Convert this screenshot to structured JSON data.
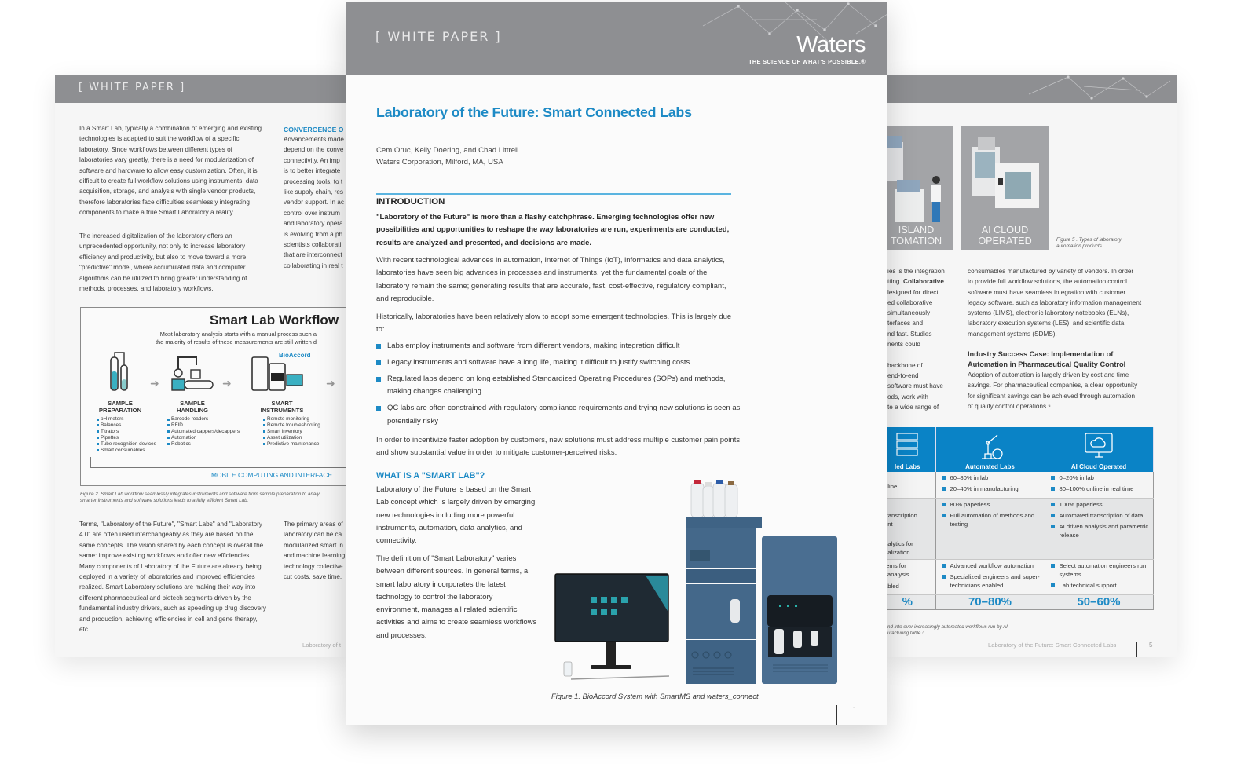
{
  "left_page": {
    "header": "[ WHITE PAPER ]",
    "col1_p1": "In a Smart Lab, typically a combination of emerging and existing technologies is adapted to suit the workflow of a specific laboratory. Since workflows between different types of laboratories vary greatly, there is a need for modularization of software and hardware to allow easy customization. Often, it is difficult to create full workflow solutions using instruments, data acquisition, storage, and analysis with single vendor products, therefore laboratories face difficulties seamlessly integrating components to make a true Smart Laboratory a reality.",
    "col1_p2": "The increased digitalization of the laboratory offers an unprecedented opportunity, not only to increase laboratory efficiency and productivity, but also to move toward a more \"predictive\" model, where accumulated data and computer algorithms can be utilized to bring greater understanding of methods, processes, and laboratory workflows.",
    "col2_heading": "CONVERGENCE O",
    "col2_lines": [
      "Advancements made",
      "depend on the conve",
      "connectivity. An imp",
      "is to better integrate",
      "processing tools, to t",
      "like supply chain, res",
      "vendor support. In ac",
      "control over instrum",
      "and laboratory opera",
      "is evolving from a ph",
      "scientists collaborati",
      "that are interconnect",
      "collaborating in real t"
    ],
    "workflow": {
      "title": "Smart Lab Workflow",
      "subtitle_lines": [
        "Most laboratory analysis starts with a manual process such a",
        "the majority of results of these measurements are still written d"
      ],
      "brand": "BioAccord",
      "steps": [
        {
          "label_1": "SAMPLE",
          "label_2": "PREPARATION",
          "items": [
            "pH meters",
            "Balances",
            "Titrators",
            "Pipettes",
            "Tube recognition devices",
            "Smart consumables"
          ]
        },
        {
          "label_1": "SAMPLE",
          "label_2": "HANDLING",
          "items": [
            "Barcode readers",
            "RFID",
            "Automated cappers/decappers",
            "Automation",
            "Robotics"
          ]
        },
        {
          "label_1": "SMART",
          "label_2": "INSTRUMENTS",
          "items": [
            "Remote monitoring",
            "Remote troubleshooting",
            "Smart inventory",
            "Asset utilization",
            "Predictive maintenance"
          ]
        }
      ],
      "mobile": "MOBILE COMPUTING AND INTERFACE"
    },
    "fig2_caption_1": "Figure 2. Smart Lab workflow seamlessly integrates instruments and software from sample preparation to analy",
    "fig2_caption_2": "smarter instruments and software solutions leads to a fully efficient Smart Lab.",
    "col1_p3": "Terms, \"Laboratory of the Future\", \"Smart Labs\" and \"Laboratory 4.0\" are often used interchangeably as they are based on the same concepts. The vision shared by each concept is overall the same: improve existing workflows and offer new efficiencies. Many components of Laboratory of the Future are already being deployed in a variety of laboratories and improved efficiencies realized. Smart Laboratory solutions are making their way into different pharmaceutical and biotech segments driven by the fundamental industry drivers, such as speeding up drug discovery and production, achieving efficiencies in cell and gene therapy, etc.",
    "col2_lower_lines": [
      "The primary areas of",
      "laboratory can be ca",
      "modularized smart in",
      "and machine learning",
      "technology collective",
      "cut costs, save time,"
    ],
    "footer": "Laboratory of t"
  },
  "front_page": {
    "header": "[ WHITE PAPER ]",
    "logo_name": "Waters",
    "logo_tagline": "THE SCIENCE OF WHAT'S POSSIBLE.®",
    "title": "Laboratory of the Future: Smart Connected Labs",
    "authors": "Cem Oruc, Kelly Doering, and Chad Littrell",
    "affiliation": "Waters Corporation, Milford, MA, USA",
    "intro_heading": "INTRODUCTION",
    "intro_lead": "\"Laboratory of the Future\" is more than a flashy catchphrase. Emerging technologies offer new possibilities and opportunities to reshape the way laboratories are run, experiments are conducted, results are analyzed and presented, and decisions are made.",
    "intro_p1": "With recent technological advances in automation, Internet of Things (IoT), informatics and data analytics, laboratories have seen big advances in processes and instruments, yet the fundamental goals of the laboratory remain the same; generating results that are accurate, fast, cost-effective, regulatory compliant, and reproducible.",
    "intro_p2": "Historically, laboratories have been relatively slow to adopt some emergent technologies. This is largely due to:",
    "bullets": [
      "Labs employ instruments and software from different vendors, making integration difficult",
      "Legacy instruments and software have a long life, making it difficult to justify switching costs",
      "Regulated labs depend on long established Standardized Operating Procedures (SOPs) and methods, making changes challenging",
      "QC labs are often constrained with regulatory compliance requirements and trying new solutions is seen as potentially risky"
    ],
    "intro_p3": "In order to incentivize faster adoption by customers, new solutions must address multiple customer pain points and show substantial value in order to mitigate customer-perceived risks.",
    "smart_heading": "WHAT IS A \"SMART LAB\"?",
    "smart_p1": "Laboratory of the Future is based on the Smart Lab concept which is largely driven by emerging new technologies including more powerful instruments, automation, data analytics, and connectivity.",
    "smart_p2": "The definition of \"Smart Laboratory\" varies between different sources. In general terms, a smart laboratory incorporates the latest technology to control the laboratory environment, manages all related scientific activities and aims to create seamless workflows and processes.",
    "figure1_caption": "Figure 1. BioAccord System with SmartMS and waters_connect.",
    "page_number": "1"
  },
  "right_page": {
    "cards": [
      {
        "line1": "ISLAND",
        "line2": "TOMATION"
      },
      {
        "line1": "AI CLOUD",
        "line2": "OPERATED"
      }
    ],
    "fig5_caption_1": "Figure 5 . Types of laboratory",
    "fig5_caption_2": "automation products.",
    "col1_lines": [
      "ies is the integration",
      "tting.",
      "lesigned for direct",
      "ed collaborative",
      " simultaneously",
      "terfaces and",
      "nd fast. Studies",
      "nents could",
      "",
      " backbone of",
      "end-to-end",
      "software must have",
      "ods, work with",
      "te a wide range of"
    ],
    "col1_bold": "Collaborative",
    "col2_p1_lines": [
      "consumables manufactured by variety of vendors. In order",
      "to provide full workflow solutions, the automation control",
      "software must have seamless integration with customer",
      "legacy software, such as laboratory information management",
      "systems (LIMS), electronic laboratory notebooks (ELNs),",
      "laboratory execution systems (LES), and scientific data",
      "management systems (SDMS)."
    ],
    "case_heading_1": "Industry Success Case: Implementation of",
    "case_heading_2": "Automation in Pharmaceutical Quality Control",
    "case_lines": [
      "Adoption of automation is largely driven by cost and time",
      "savings. For pharmaceutical companies, a clear opportunity",
      "for significant savings can be achieved through automation",
      "of quality control operations.⁶"
    ],
    "table": {
      "headers": [
        "led Labs",
        "Automated Labs",
        "AI Cloud Operated"
      ],
      "row1": [
        [
          "nline"
        ],
        [
          "60–80% in lab",
          "20–40% in manufacturing"
        ],
        [
          "0–20% in lab",
          "80–100% online in real time"
        ]
      ],
      "row2": [
        [
          "transcription",
          "ent",
          "nalytics for",
          "ualization"
        ],
        [
          "80% paperless",
          "Full automation of methods and testing"
        ],
        [
          "100% paperless",
          "Automated transcription of data",
          "AI driven analysis and parametric release"
        ]
      ],
      "row3": [
        [
          "tems for",
          "l analysis",
          "abled"
        ],
        [
          "Advanced workflow automation",
          "Specialized engineers and super-technicians enabled"
        ],
        [
          "Select automation engineers run systems",
          "Lab technical support"
        ]
      ],
      "percents": [
        "%",
        "70–80%",
        "50–60%"
      ]
    },
    "table_caption_1": "nd into ever increasingly automated workflows run by AI.",
    "table_caption_2": "ufacturing table.⁷",
    "footer": "Laboratory of the Future: Smart Connected Labs",
    "page_number": "5"
  },
  "colors": {
    "header_gray": "#8e8f92",
    "accent_blue": "#1d8ac5",
    "table_header_blue": "#0a83c6"
  }
}
